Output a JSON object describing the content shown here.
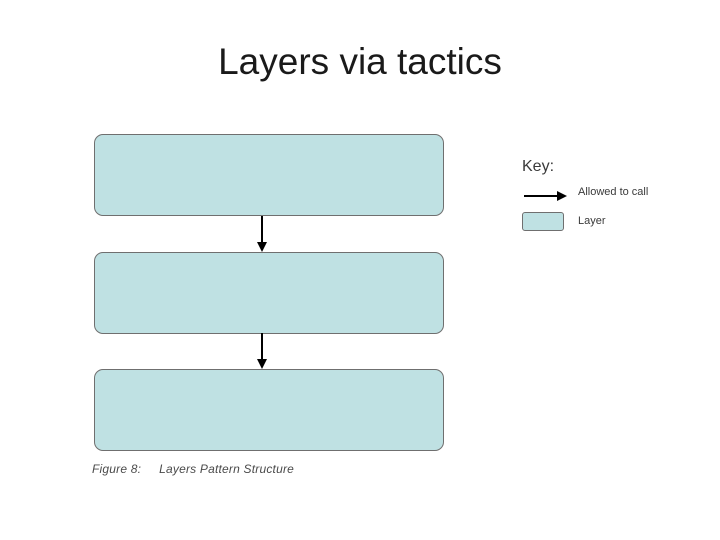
{
  "slide": {
    "title": "Layers via tactics",
    "background_color": "#ffffff"
  },
  "diagram": {
    "figure_caption": {
      "label": "Figure 8:",
      "text": "Layers Pattern Structure"
    },
    "layer_color": "#bfe1e3",
    "layer_border_color": "#6f6f6f",
    "arrow_color": "#000000",
    "boxes": [
      {
        "label": ""
      },
      {
        "label": ""
      },
      {
        "label": ""
      }
    ],
    "connectors": [
      {
        "from": "layer-1",
        "to": "layer-2",
        "kind": "allowed-to-call"
      },
      {
        "from": "layer-2",
        "to": "layer-3",
        "kind": "allowed-to-call"
      }
    ]
  },
  "key": {
    "title": "Key:",
    "items": [
      {
        "symbol": "arrow",
        "label": "Allowed to call"
      },
      {
        "symbol": "swatch",
        "label": "Layer"
      }
    ]
  }
}
